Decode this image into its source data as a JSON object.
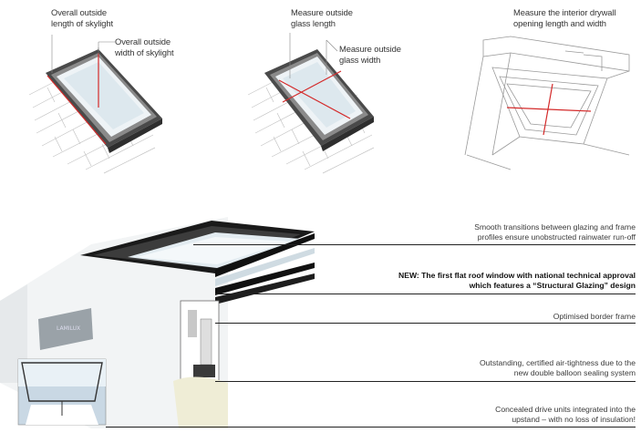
{
  "top_diagrams": {
    "d1": {
      "label_length": "Overall outside\nlength of skylight",
      "label_width": "Overall outside\nwidth of skylight"
    },
    "d2": {
      "label_length": "Measure outside\nglass length",
      "label_width": "Measure outside\nglass width"
    },
    "d3": {
      "label": "Measure the interior drywall\nopening length and width"
    }
  },
  "callouts": [
    {
      "text": "Smooth transitions between glazing and frame\nprofiles ensure unobstructed rainwater run-off"
    },
    {
      "prefix": "NEW:",
      "text": " The first flat roof window with national technical approval\nwhich features a “Structural Glazing” design",
      "bold": true
    },
    {
      "text": "Optimised border frame"
    },
    {
      "text": "Outstanding, certified air-tightness due to the\nnew double balloon sealing system"
    },
    {
      "text": "Concealed drive units integrated into the\nupstand – with no loss of insulation!"
    }
  ],
  "colors": {
    "arrow": "#d42a2a",
    "frame_dark": "#3a3a3a",
    "glass": "#dfe9ef",
    "sketch": "#9a9a9a",
    "upstand": "#f0eedc"
  }
}
